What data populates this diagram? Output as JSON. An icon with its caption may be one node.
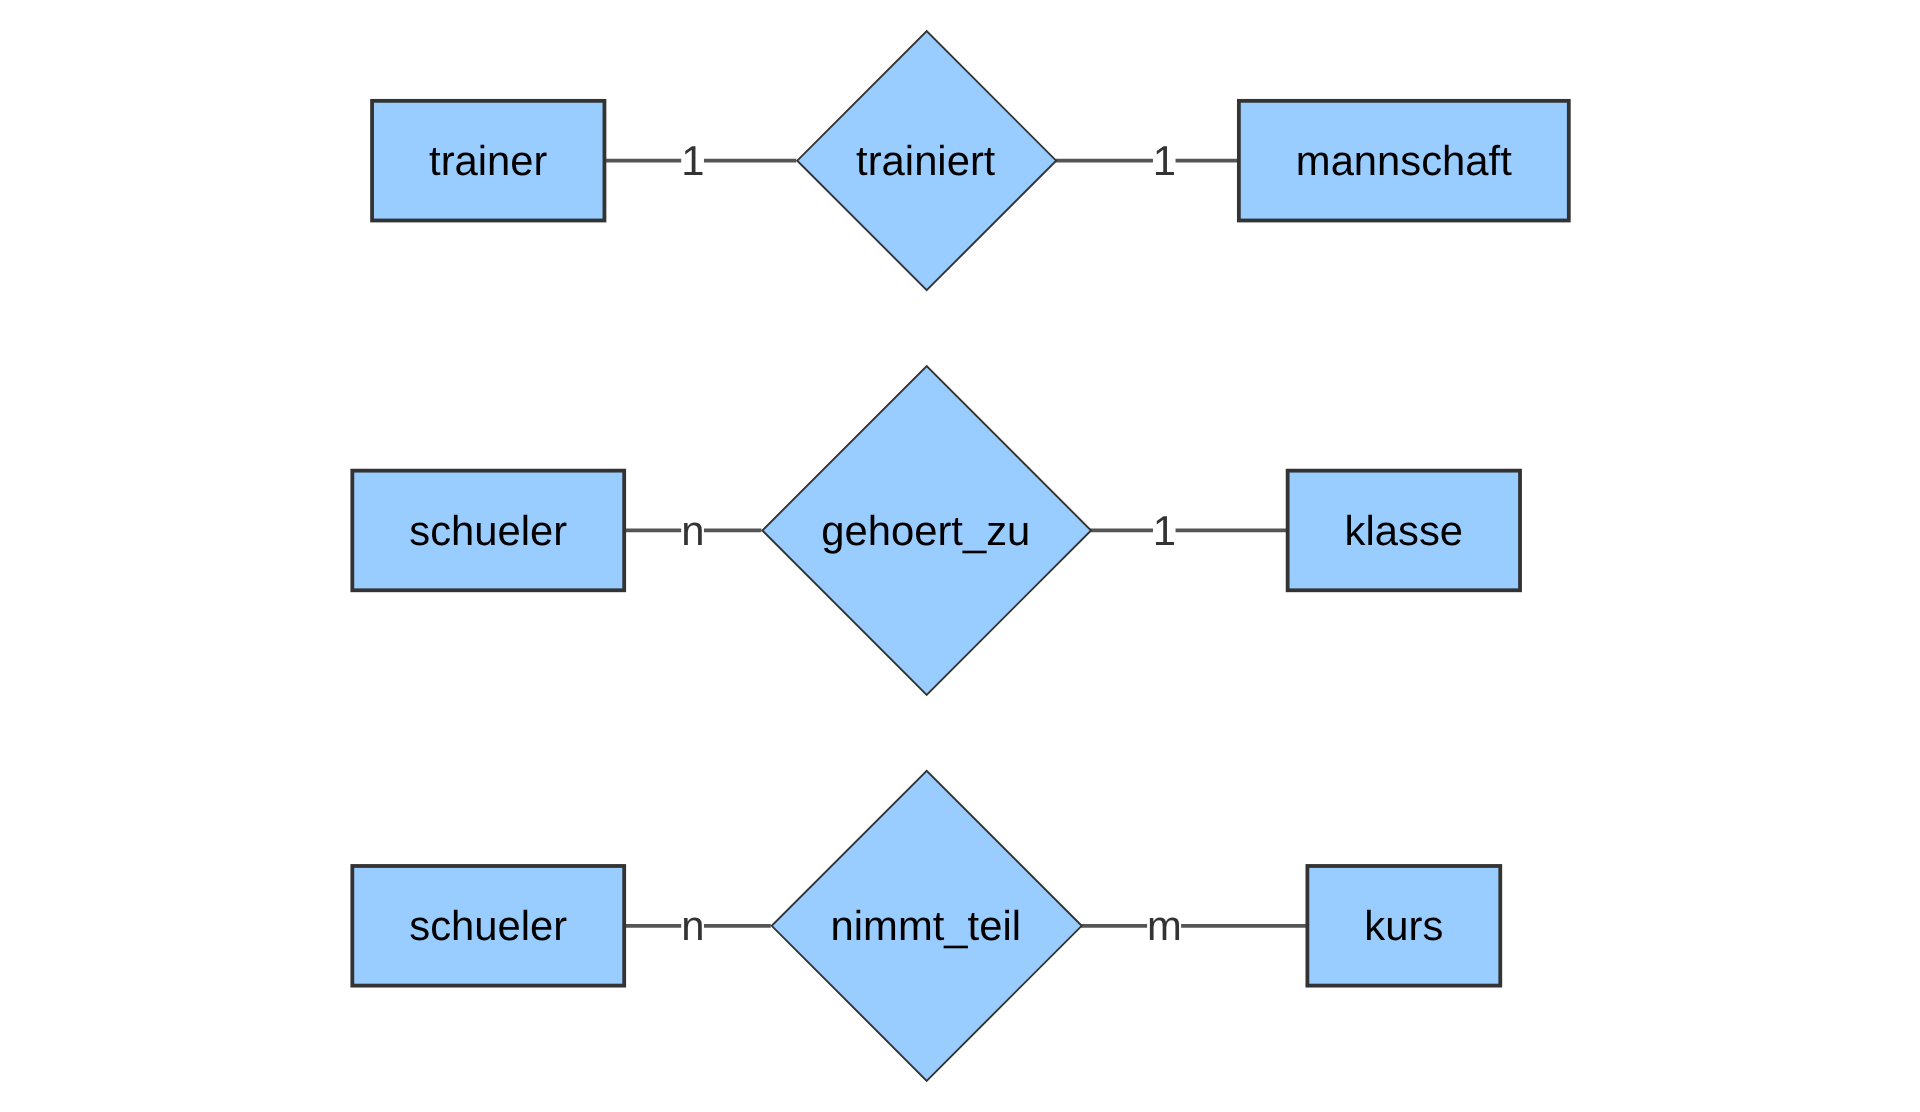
{
  "diagram": {
    "nodes": [
      {
        "text": [
          "trainer"
        ]
      },
      {
        "text": [
          "trainiert"
        ]
      },
      {
        "text": [
          "mannschaft"
        ]
      },
      {
        "text": [
          "schueler"
        ]
      },
      {
        "text": [
          "gehoert_zu"
        ]
      },
      {
        "text": [
          "klasse"
        ]
      },
      {
        "text": [
          "schueler"
        ]
      },
      {
        "text": [
          "nimmt_teil"
        ]
      },
      {
        "text": [
          "kurs"
        ]
      }
    ],
    "edges": [
      {
        "from": 0,
        "to": 1,
        "arrow": "none",
        "label": "1"
      },
      {
        "from": 1,
        "to": 2,
        "arrow": "none",
        "label": "1"
      },
      {
        "from": 3,
        "to": 4,
        "arrow": "none",
        "label": "n"
      },
      {
        "from": 4,
        "to": 5,
        "arrow": "none",
        "label": "1"
      },
      {
        "from": 6,
        "to": 7,
        "arrow": "none",
        "label": "n"
      },
      {
        "from": 7,
        "to": 8,
        "arrow": "none",
        "label": "m"
      }
    ]
  }
}
